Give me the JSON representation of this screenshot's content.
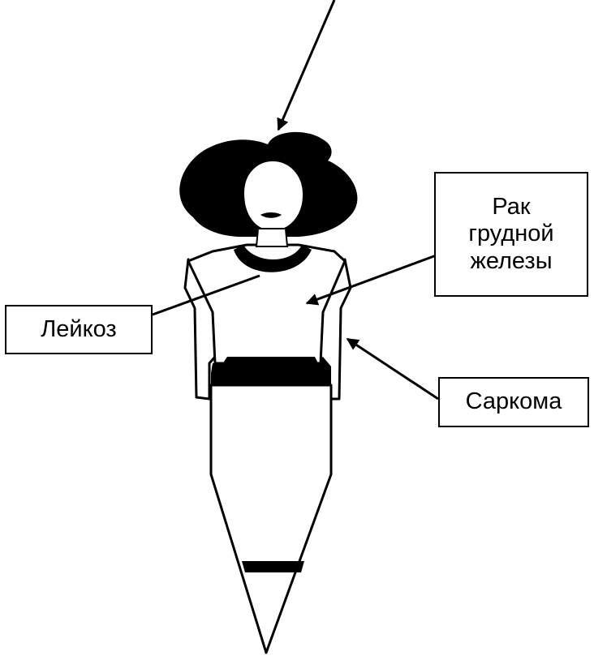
{
  "labels": {
    "breast_cancer": [
      "Рак",
      "грудной",
      "железы"
    ],
    "leukosis": "Лейкоз",
    "sarcoma": "Саркома"
  },
  "colors": {
    "ink": "#000000",
    "paper": "#ffffff"
  }
}
